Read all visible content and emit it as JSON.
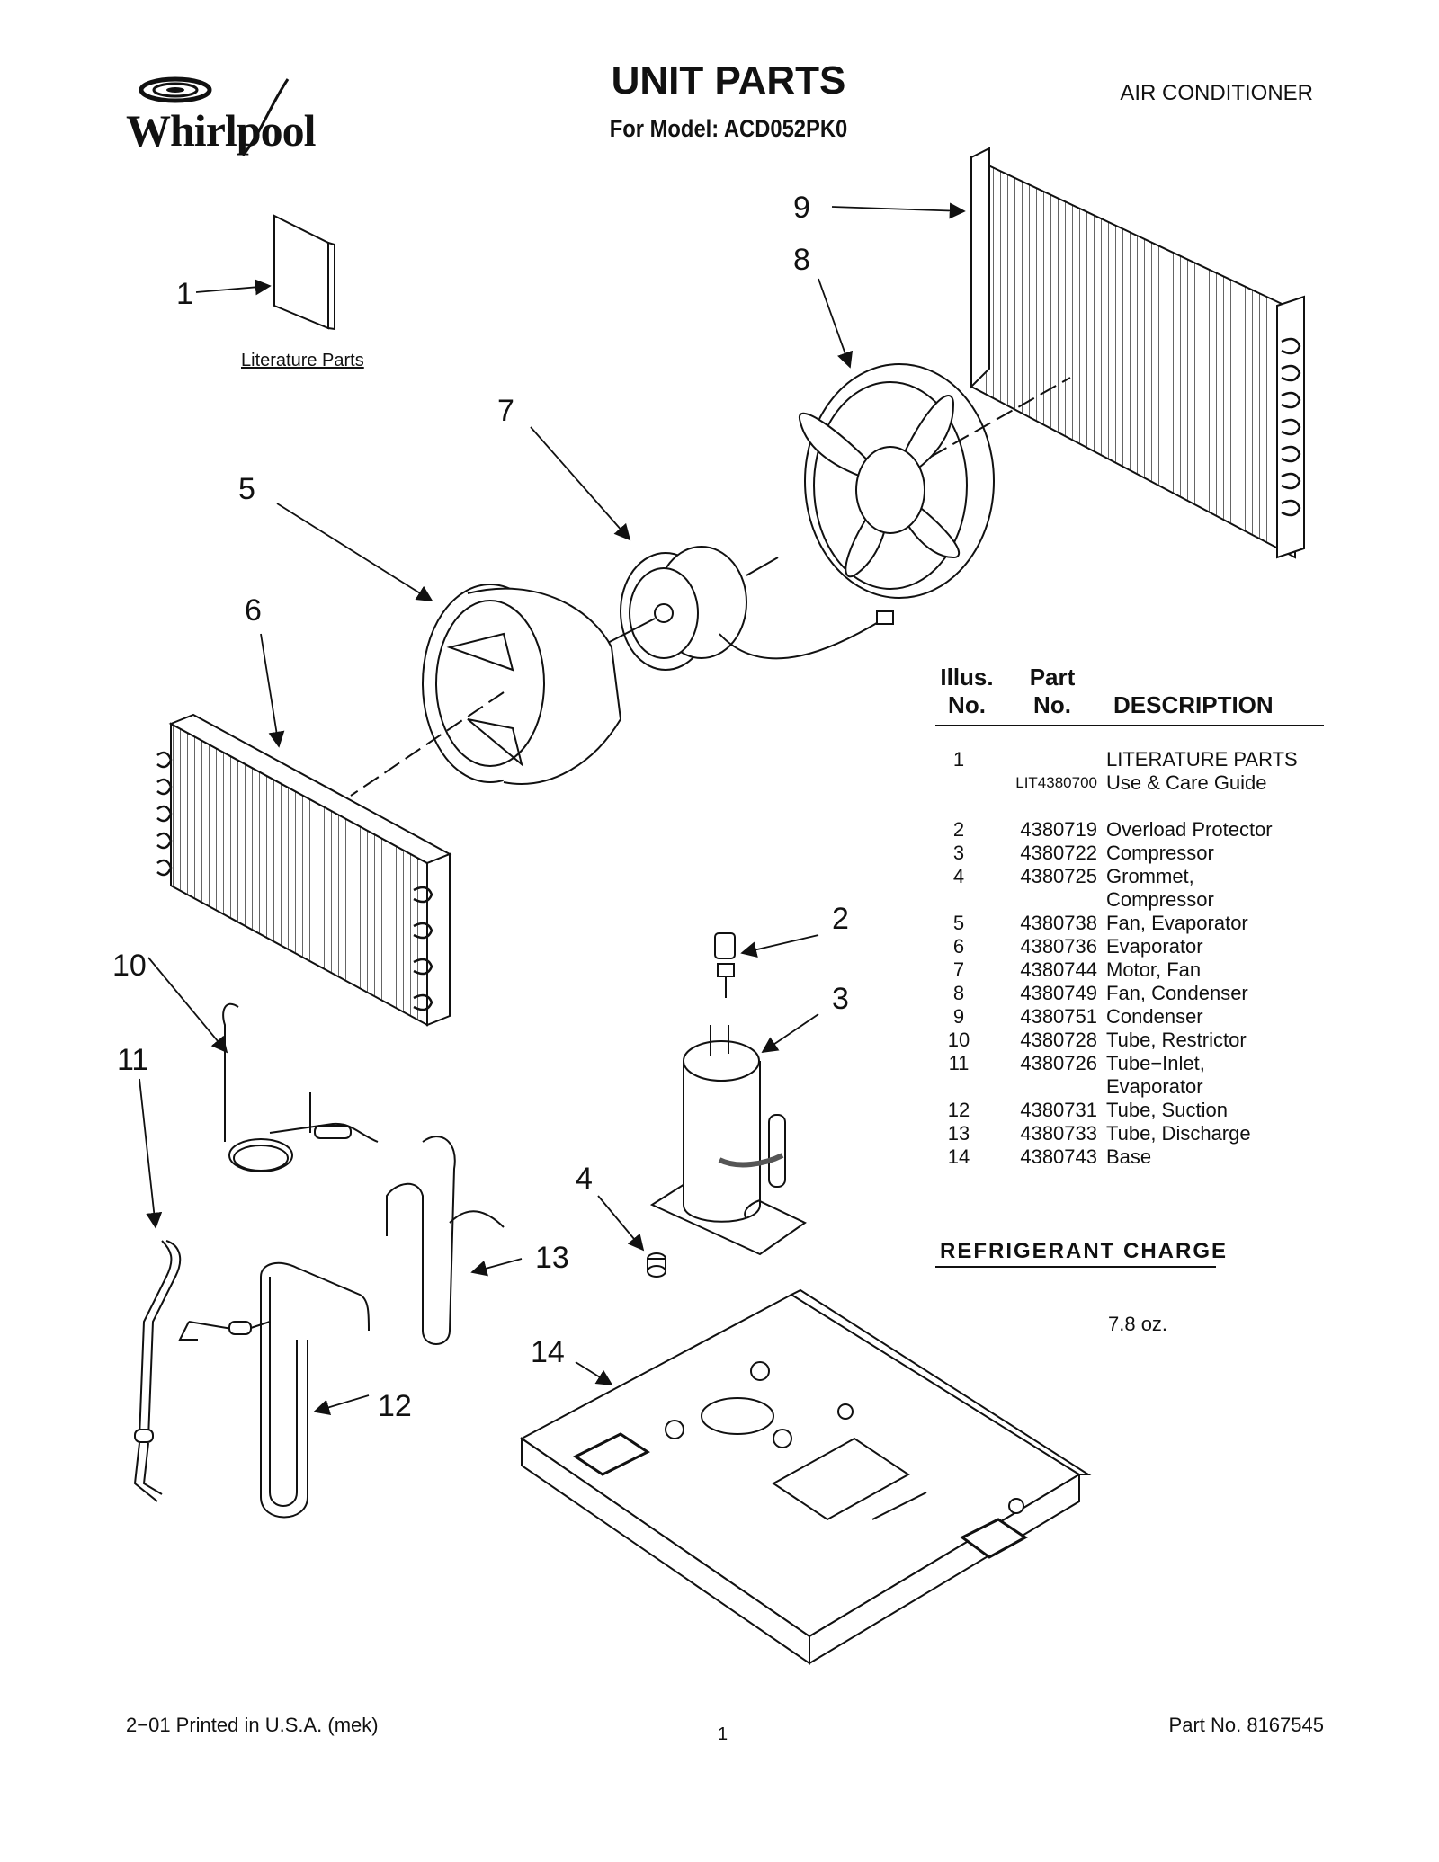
{
  "header": {
    "brand": "Whirlpool",
    "title": "UNIT PARTS",
    "subtitle": "For Model: ACD052PK0",
    "doc_type": "AIR CONDITIONER"
  },
  "diagram": {
    "callouts": [
      "1",
      "2",
      "3",
      "4",
      "5",
      "6",
      "7",
      "8",
      "9",
      "10",
      "11",
      "12",
      "13",
      "14"
    ],
    "literature_label": "Literature Parts"
  },
  "parts_table": {
    "headers": {
      "illus_line1": "Illus.",
      "illus_line2": "No.",
      "part_line1": "Part",
      "part_line2": "No.",
      "description": "DESCRIPTION"
    },
    "rows": [
      {
        "illus": "1",
        "part": "",
        "desc": "LITERATURE PARTS"
      },
      {
        "illus": "",
        "part": "LIT4380700",
        "desc": "Use & Care Guide"
      },
      {
        "illus": "2",
        "part": "4380719",
        "desc": "Overload Protector"
      },
      {
        "illus": "3",
        "part": "4380722",
        "desc": "Compressor"
      },
      {
        "illus": "4",
        "part": "4380725",
        "desc": "Grommet,"
      },
      {
        "illus": "",
        "part": "",
        "desc": "Compressor"
      },
      {
        "illus": "5",
        "part": "4380738",
        "desc": "Fan, Evaporator"
      },
      {
        "illus": "6",
        "part": "4380736",
        "desc": "Evaporator"
      },
      {
        "illus": "7",
        "part": "4380744",
        "desc": "Motor, Fan"
      },
      {
        "illus": "8",
        "part": "4380749",
        "desc": "Fan, Condenser"
      },
      {
        "illus": "9",
        "part": "4380751",
        "desc": "Condenser"
      },
      {
        "illus": "10",
        "part": "4380728",
        "desc": "Tube, Restrictor"
      },
      {
        "illus": "11",
        "part": "4380726",
        "desc": "Tube−Inlet,"
      },
      {
        "illus": "",
        "part": "",
        "desc": "Evaporator"
      },
      {
        "illus": "12",
        "part": "4380731",
        "desc": "Tube, Suction"
      },
      {
        "illus": "13",
        "part": "4380733",
        "desc": "Tube, Discharge"
      },
      {
        "illus": "14",
        "part": "4380743",
        "desc": "Base"
      }
    ]
  },
  "refrigerant": {
    "title": "REFRIGERANT CHARGE",
    "value": "7.8 oz."
  },
  "footer": {
    "print_info": "2−01 Printed in U.S.A. (mek)",
    "page_number": "1",
    "part_no": "Part No. 8167545"
  }
}
